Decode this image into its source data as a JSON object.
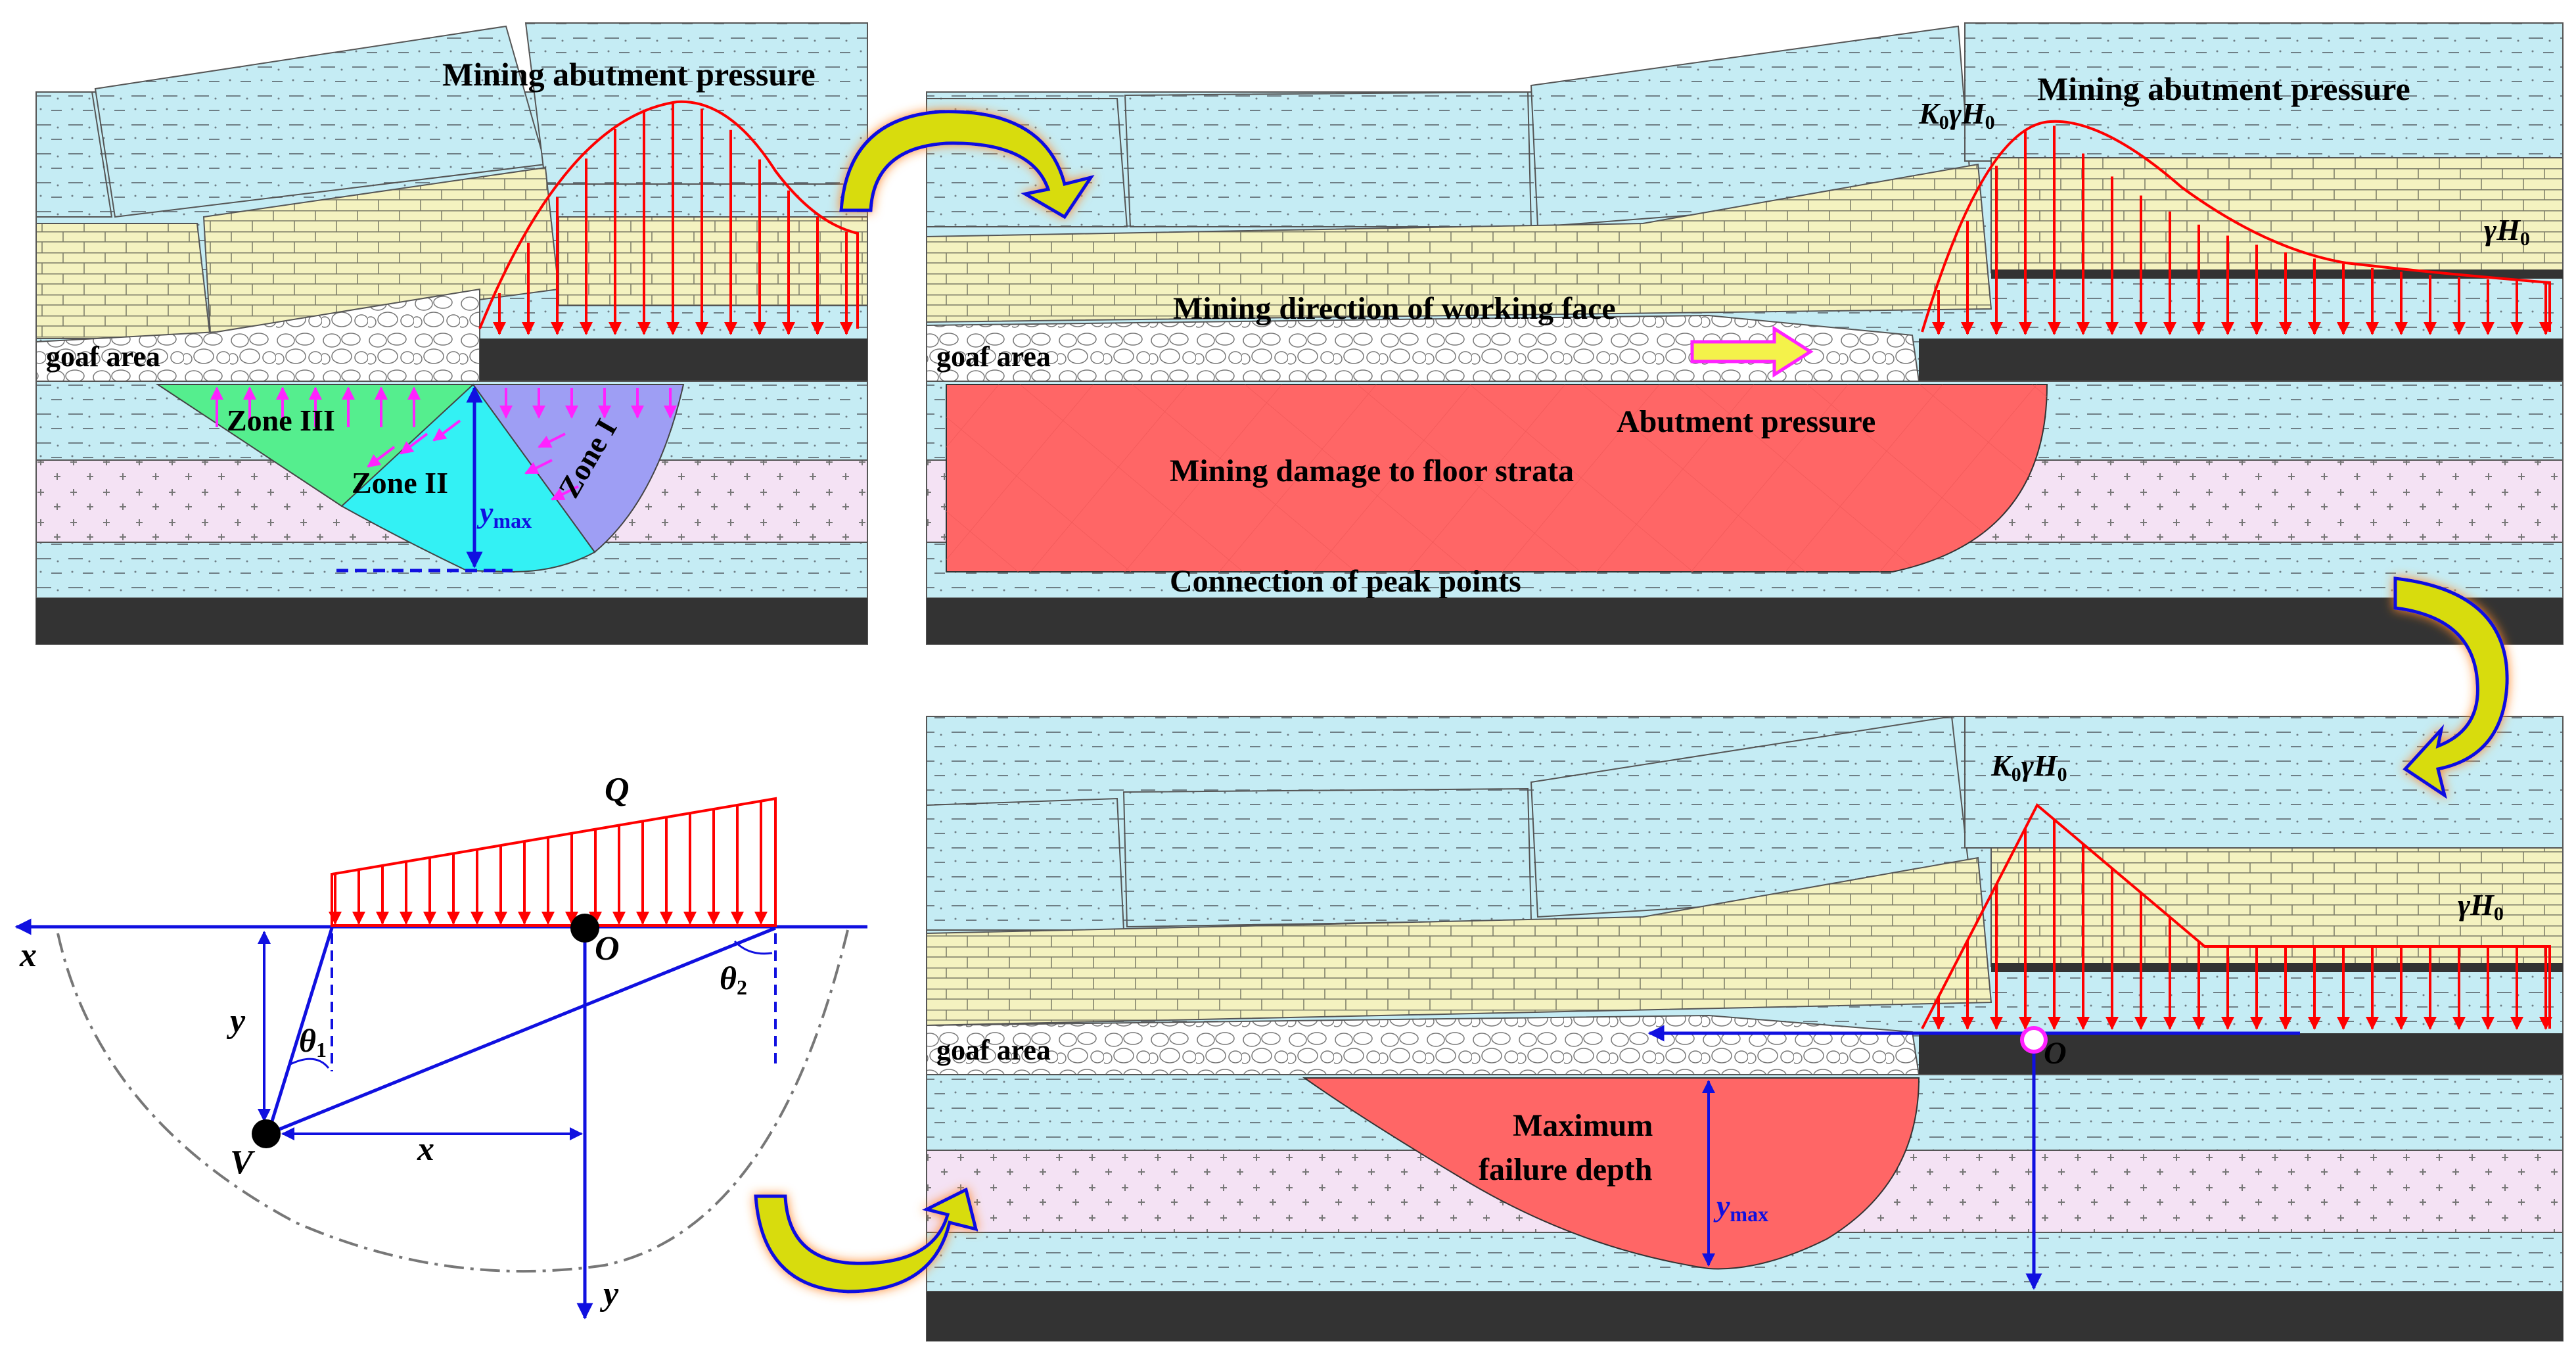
{
  "colors": {
    "water": "#c5ecf4",
    "sandstone": "#f4f2c0",
    "mudstone": "#f4e2f4",
    "coal": "#333333",
    "pressure": "#ff0000",
    "axis": "#1010e0",
    "zone1": "#9e9ef4",
    "zone2": "#33f1f4",
    "zone3": "#55ee8e",
    "damage": "#ff6666",
    "arrowYellow": "#d8dc10",
    "magenta": "#ff22ff"
  },
  "panel1": {
    "title": "Mining abutment pressure",
    "goaf": "goaf area",
    "zone3": "Zone III",
    "zone2": "Zone II",
    "zone1": "Zone I",
    "ymax": "y",
    "ymaxSub": "max"
  },
  "panel2": {
    "title": "Mining abutment pressure",
    "peak": "K",
    "peakSub": "0",
    "peakMid": "γH",
    "peakSub2": "0",
    "rest": "γH",
    "restSub": "0",
    "miningDirection": "Mining direction of working face",
    "goaf": "goaf area",
    "abutment": "Abutment pressure",
    "damage": "Mining damage to floor strata",
    "connection": "Connection of peak points"
  },
  "panel3": {
    "load": "Q",
    "xLeft": "x",
    "origin": "O",
    "y": "y",
    "theta1": "θ",
    "theta1Sub": "1",
    "theta2": "θ",
    "theta2Sub": "2",
    "point": "V",
    "x": "x",
    "yBottom": "y"
  },
  "panel4": {
    "peak": "K",
    "peakSub": "0",
    "peakMid": "γH",
    "peakSub2": "0",
    "rest": "γH",
    "restSub": "0",
    "goaf": "goaf area",
    "origin": "O",
    "maxLine1": "Maximum",
    "maxLine2": "failure depth",
    "ymax": "y",
    "ymaxSub": "max"
  }
}
